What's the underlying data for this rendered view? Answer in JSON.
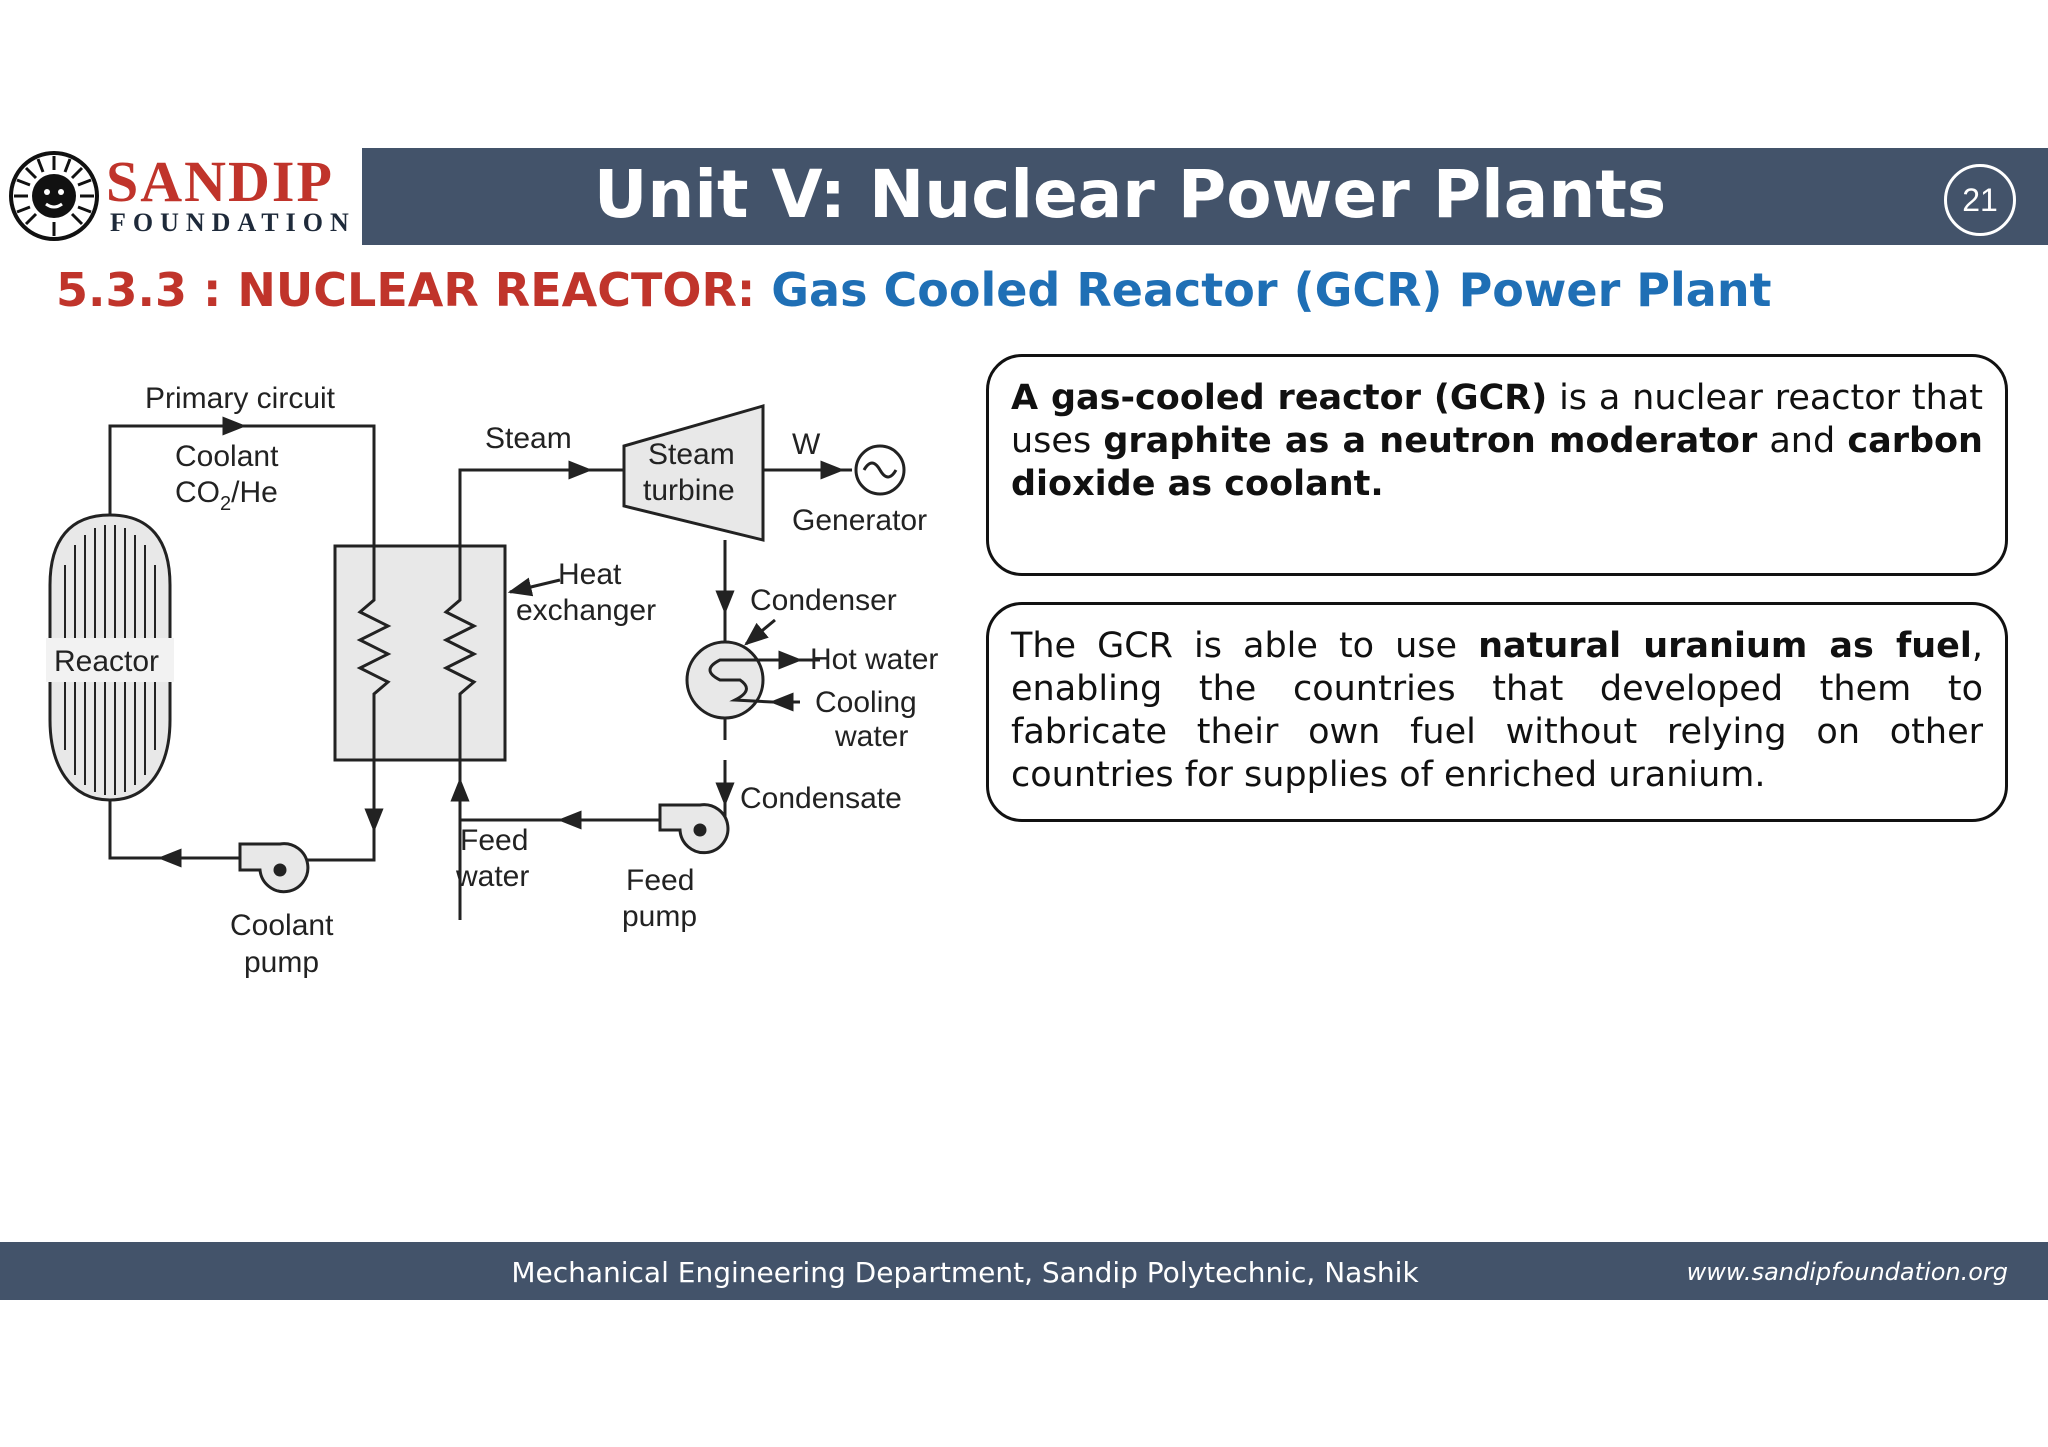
{
  "header": {
    "logo_name": "SANDIP",
    "logo_sub": "FOUNDATION",
    "title": "Unit V: Nuclear Power Plants",
    "page_number": "21"
  },
  "section": {
    "prefix": "5.3.3 : NUCLEAR REACTOR: ",
    "title": "Gas Cooled Reactor (GCR) Power Plant"
  },
  "diagram": {
    "primary_circuit": "Primary circuit",
    "coolant": "Coolant",
    "coolant_gas_main": "CO",
    "coolant_gas_sub": "2",
    "coolant_gas_tail": "/He",
    "reactor": "Reactor",
    "steam": "Steam",
    "steam_turbine_1": "Steam",
    "steam_turbine_2": "turbine",
    "w": "W",
    "generator": "Generator",
    "heat_exchanger_1": "Heat",
    "heat_exchanger_2": "exchanger",
    "condenser": "Condenser",
    "hot_water": "Hot water",
    "cooling_water_1": "Cooling",
    "cooling_water_2": "water",
    "condensate": "Condensate",
    "feed_water_1": "Feed",
    "feed_water_2": "water",
    "feed_pump_1": "Feed",
    "feed_pump_2": "pump",
    "coolant_pump_1": "Coolant",
    "coolant_pump_2": "pump"
  },
  "box1": {
    "t1": "A gas-cooled reactor (GCR)",
    "t2": " is a nuclear reactor that uses ",
    "t3": "graphite as a neutron moderator",
    "t4": " and ",
    "t5": "carbon dioxide as coolant."
  },
  "box2": {
    "t1": "The GCR is able to use ",
    "t2": "natural uranium as fuel",
    "t3": ", enabling the countries that developed them to fabricate their own fuel without relying on other countries for supplies of enriched uranium."
  },
  "footer": {
    "text": "Mechanical Engineering Department, Sandip Polytechnic, Nashik",
    "url": "www.sandipfoundation.org"
  }
}
